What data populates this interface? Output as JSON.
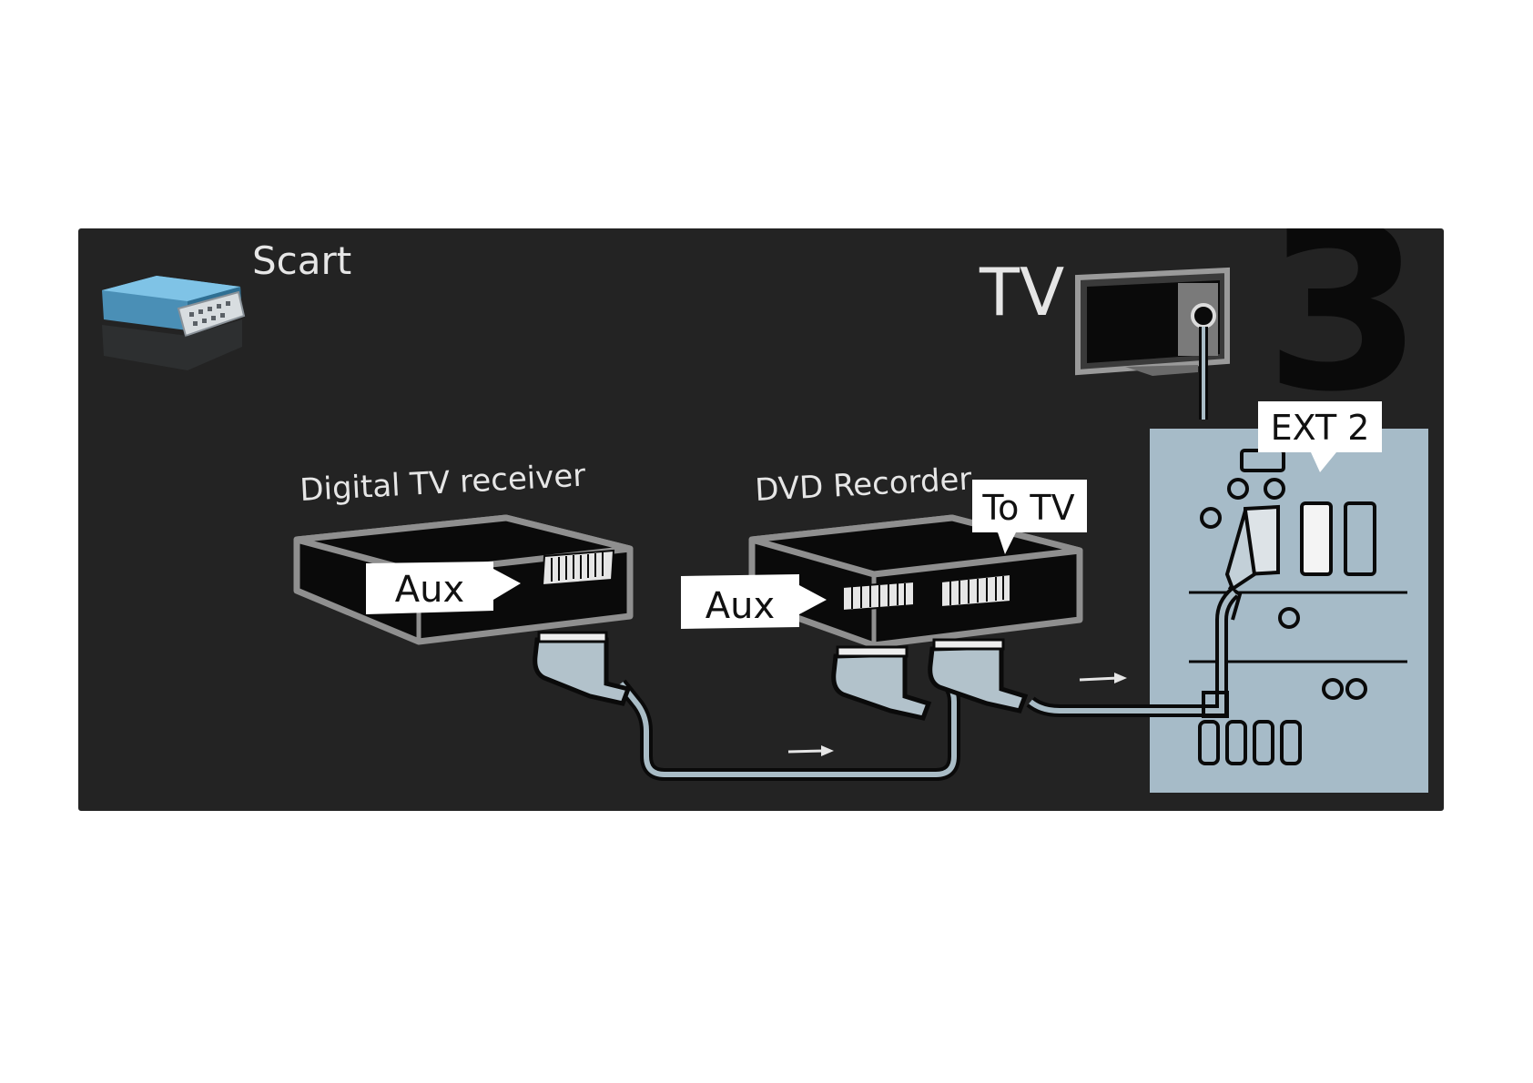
{
  "connector": {
    "name": "Scart"
  },
  "step_number": "3",
  "devices": {
    "tv": {
      "label": "TV",
      "port_label": "EXT 2"
    },
    "receiver": {
      "label": "Digital TV receiver",
      "port_label": "Aux"
    },
    "recorder": {
      "label": "DVD Recorder",
      "aux_label": "Aux",
      "out_label": "To TV"
    }
  },
  "colors": {
    "panel": "#232323",
    "tv_back": "#a6bbc8",
    "cable": "#a9bcc6",
    "callout": "#ffffff",
    "text": "#e6e6e6"
  },
  "icons": [
    "scart-connector-icon",
    "tv-icon",
    "arrow-right-icon"
  ]
}
